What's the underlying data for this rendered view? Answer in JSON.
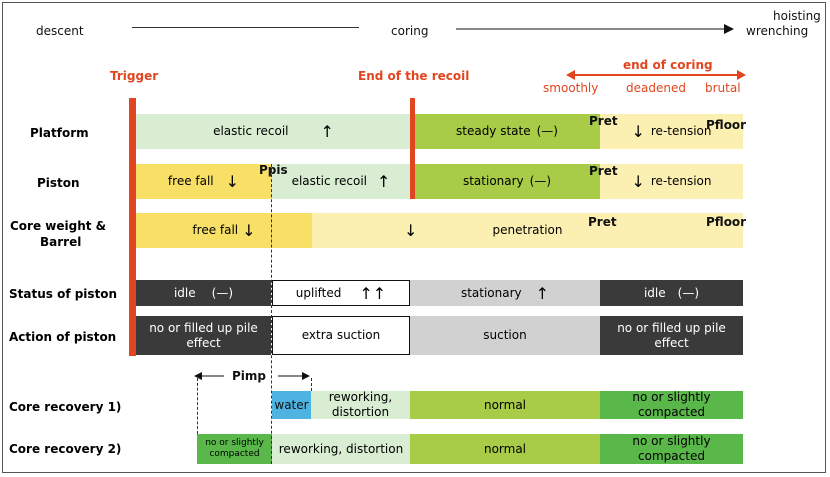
{
  "header": {
    "descent": "descent",
    "coring": "coring",
    "hoisting": "hoisting",
    "wrenching": "wrenching"
  },
  "markers": {
    "trigger": "Trigger",
    "end_recoil": "End of the recoil",
    "end_coring": "end of coring",
    "smoothly": "smoothly",
    "deadened": "deadened",
    "brutal": "brutal"
  },
  "rows": {
    "platform": "Platform",
    "piston": "Piston",
    "core_weight": "Core weight &",
    "barrel": "Barrel",
    "status": "Status of piston",
    "action": "Action of piston",
    "recovery1": "Core recovery 1)",
    "recovery2": "Core recovery 2)"
  },
  "cells": {
    "platform_elastic": "elastic recoil",
    "platform_steady": "steady state",
    "platform_retension": "re-tension",
    "piston_freefall": "free fall",
    "piston_elastic": "elastic recoil",
    "piston_stationary": "stationary",
    "piston_retension": "re-tension",
    "core_freefall": "free fall",
    "core_penetration": "penetration",
    "status_idle1": "idle",
    "status_uplifted": "uplifted",
    "status_stationary": "stationary",
    "status_idle2": "idle",
    "action_nofill1": "no or filled up pile effect",
    "action_extra": "extra suction",
    "action_suction": "suction",
    "action_nofill2": "no or filled up pile effect",
    "rec1_water": "water",
    "rec1_rework": "reworking, distortion",
    "rec1_normal": "normal",
    "rec1_compact": "no or slightly compacted",
    "rec2_compact": "no or slightly compacted",
    "rec2_rework": "reworking, distortion",
    "rec2_normal": "normal",
    "rec2_compact_end": "no or slightly compacted"
  },
  "symbols": {
    "pret": "Pret",
    "pfloor": "Pfloor",
    "ppis": "Ppis",
    "pimp": "Pimp",
    "flat": "(—)",
    "up_arrow": "↑",
    "down_arrow": "↓"
  },
  "colors": {
    "red_accent": "#e2451f",
    "pale_green": "#d8edd2",
    "olive_green": "#a8cb48",
    "pale_yellow": "#fbf0b1",
    "yellow": "#f8df66",
    "dark": "#3a3a3a",
    "gray": "#d0d1d0",
    "green": "#5ab84b",
    "water_blue": "#4fb3e1"
  }
}
